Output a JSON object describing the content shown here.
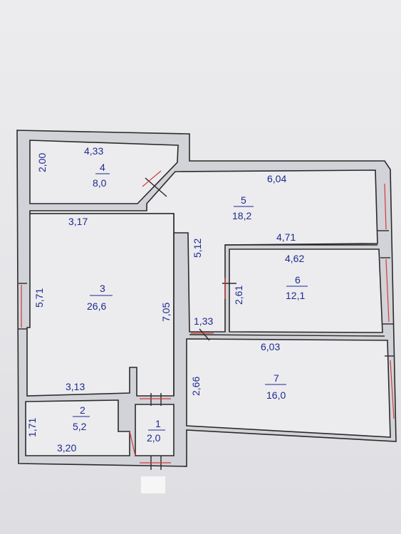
{
  "colors": {
    "paper": "#e8e8ea",
    "wall_fill": "#d2d3d8",
    "wall_stroke": "#2a2a2a",
    "handwriting_blue": "#1e2a8c",
    "window_red": "#d23a3a"
  },
  "rooms": [
    {
      "number": "4",
      "area": "8,0"
    },
    {
      "number": "5",
      "area": "18,2"
    },
    {
      "number": "3",
      "area": "26,6"
    },
    {
      "number": "6",
      "area": "12,1"
    },
    {
      "number": "7",
      "area": "16,0"
    },
    {
      "number": "2",
      "area": "5,2"
    },
    {
      "number": "1",
      "area": "2,0"
    }
  ],
  "dimensions": [
    "4,33",
    "2,00",
    "6,04",
    "3,17",
    "5,12",
    "4,71",
    "4,62",
    "5,71",
    "7,05",
    "2,61",
    "1,33",
    "6,03",
    "3,13",
    "2,66",
    "1,71",
    "3,20"
  ]
}
